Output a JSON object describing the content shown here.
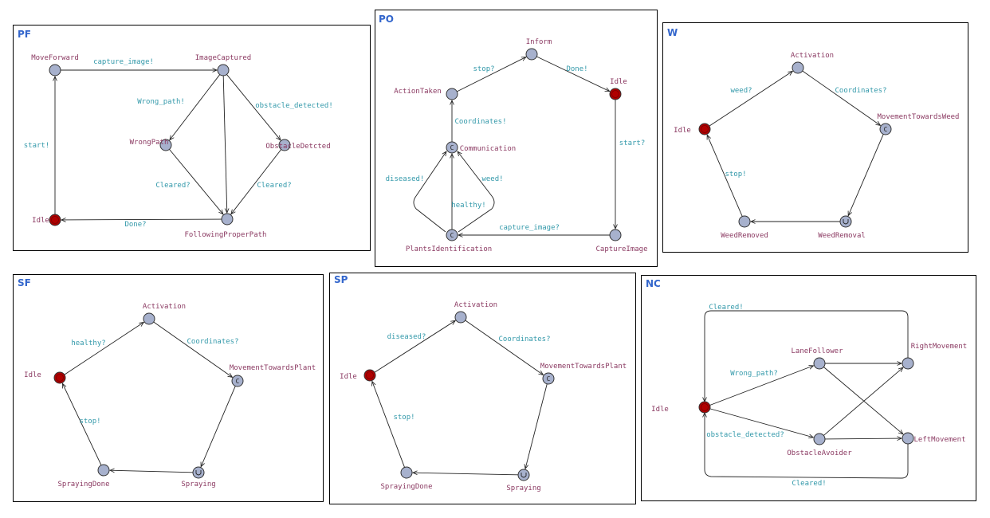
{
  "colors": {
    "panel_border": "#000000",
    "panel_title": "#3366cc",
    "location_label": "#8b3a62",
    "edge_label": "#3399aa",
    "node_fill": "#a7b1cd",
    "initial_fill": "#b00000",
    "edge_stroke": "#222222"
  },
  "panels": [
    {
      "id": "pf",
      "title": "PF",
      "nodes": [
        {
          "id": "moveforward",
          "label": "MoveForward"
        },
        {
          "id": "imagecaptured",
          "label": "ImageCaptured"
        },
        {
          "id": "wrongpath",
          "label": "WrongPath"
        },
        {
          "id": "obstacledetcted",
          "label": "ObstacleDetcted"
        },
        {
          "id": "idle",
          "label": "Idle",
          "initial": true
        },
        {
          "id": "followingproperpath",
          "label": "FollowingProperPath"
        }
      ],
      "edges": [
        {
          "label": "capture_image!"
        },
        {
          "label": "Wrong_path!"
        },
        {
          "label": "obstacle_detected!"
        },
        {
          "label": "start!"
        },
        {
          "label": "Cleared?"
        },
        {
          "label": "Cleared?"
        },
        {
          "label": "Done?"
        },
        {
          "label": ""
        }
      ]
    },
    {
      "id": "po",
      "title": "PO",
      "nodes": [
        {
          "id": "inform",
          "label": "Inform"
        },
        {
          "id": "idle",
          "label": "Idle",
          "initial": true
        },
        {
          "id": "actiontaken",
          "label": "ActionTaken"
        },
        {
          "id": "communication",
          "label": "Communication",
          "committed": true
        },
        {
          "id": "plantsidentification",
          "label": "PlantsIdentification",
          "committed": true
        },
        {
          "id": "captureimage",
          "label": "CaptureImage"
        }
      ],
      "edges": [
        {
          "label": "stop?"
        },
        {
          "label": "Done!"
        },
        {
          "label": "Coordinates!"
        },
        {
          "label": "start?"
        },
        {
          "label": "diseased!"
        },
        {
          "label": "weed!"
        },
        {
          "label": "healthy!"
        },
        {
          "label": "capture_image?"
        }
      ]
    },
    {
      "id": "w",
      "title": "W",
      "nodes": [
        {
          "id": "activation",
          "label": "Activation"
        },
        {
          "id": "idle",
          "label": "Idle",
          "initial": true
        },
        {
          "id": "movementtowardsweed",
          "label": "MovementTowardsWeed",
          "committed": true
        },
        {
          "id": "weedremoved",
          "label": "WeedRemoved"
        },
        {
          "id": "weedremoval",
          "label": "WeedRemoval",
          "urgent": true
        }
      ],
      "edges": [
        {
          "label": "weed?"
        },
        {
          "label": "Coordinates?"
        },
        {
          "label": "stop!"
        },
        {
          "label": ""
        },
        {
          "label": ""
        }
      ]
    },
    {
      "id": "sf",
      "title": "SF",
      "nodes": [
        {
          "id": "activation",
          "label": "Activation"
        },
        {
          "id": "idle",
          "label": "Idle",
          "initial": true
        },
        {
          "id": "movementtowardsplant",
          "label": "MovementTowardsPlant",
          "committed": true
        },
        {
          "id": "sprayingdone",
          "label": "SprayingDone"
        },
        {
          "id": "spraying",
          "label": "Spraying",
          "urgent": true
        }
      ],
      "edges": [
        {
          "label": "healthy?"
        },
        {
          "label": "Coordinates?"
        },
        {
          "label": "stop!"
        },
        {
          "label": ""
        },
        {
          "label": ""
        }
      ]
    },
    {
      "id": "sp",
      "title": "SP",
      "nodes": [
        {
          "id": "activation",
          "label": "Activation"
        },
        {
          "id": "idle",
          "label": "Idle",
          "initial": true
        },
        {
          "id": "movementtowardsplant",
          "label": "MovementTowardsPlant",
          "committed": true
        },
        {
          "id": "sprayingdone",
          "label": "SprayingDone"
        },
        {
          "id": "spraying",
          "label": "Spraying",
          "urgent": true
        }
      ],
      "edges": [
        {
          "label": "diseased?"
        },
        {
          "label": "Coordinates?"
        },
        {
          "label": "stop!"
        },
        {
          "label": ""
        },
        {
          "label": ""
        }
      ]
    },
    {
      "id": "nc",
      "title": "NC",
      "nodes": [
        {
          "id": "idle",
          "label": "Idle",
          "initial": true
        },
        {
          "id": "lanefollower",
          "label": "LaneFollower"
        },
        {
          "id": "rightmovement",
          "label": "RightMovement"
        },
        {
          "id": "obstacleavoider",
          "label": "ObstacleAvoider"
        },
        {
          "id": "leftmovement",
          "label": "LeftMovement"
        }
      ],
      "edges": [
        {
          "label": "Cleared!"
        },
        {
          "label": "Wrong_path?"
        },
        {
          "label": "obstacle_detected?"
        },
        {
          "label": "Cleared!"
        },
        {
          "label": ""
        },
        {
          "label": ""
        },
        {
          "label": ""
        },
        {
          "label": ""
        }
      ]
    }
  ]
}
